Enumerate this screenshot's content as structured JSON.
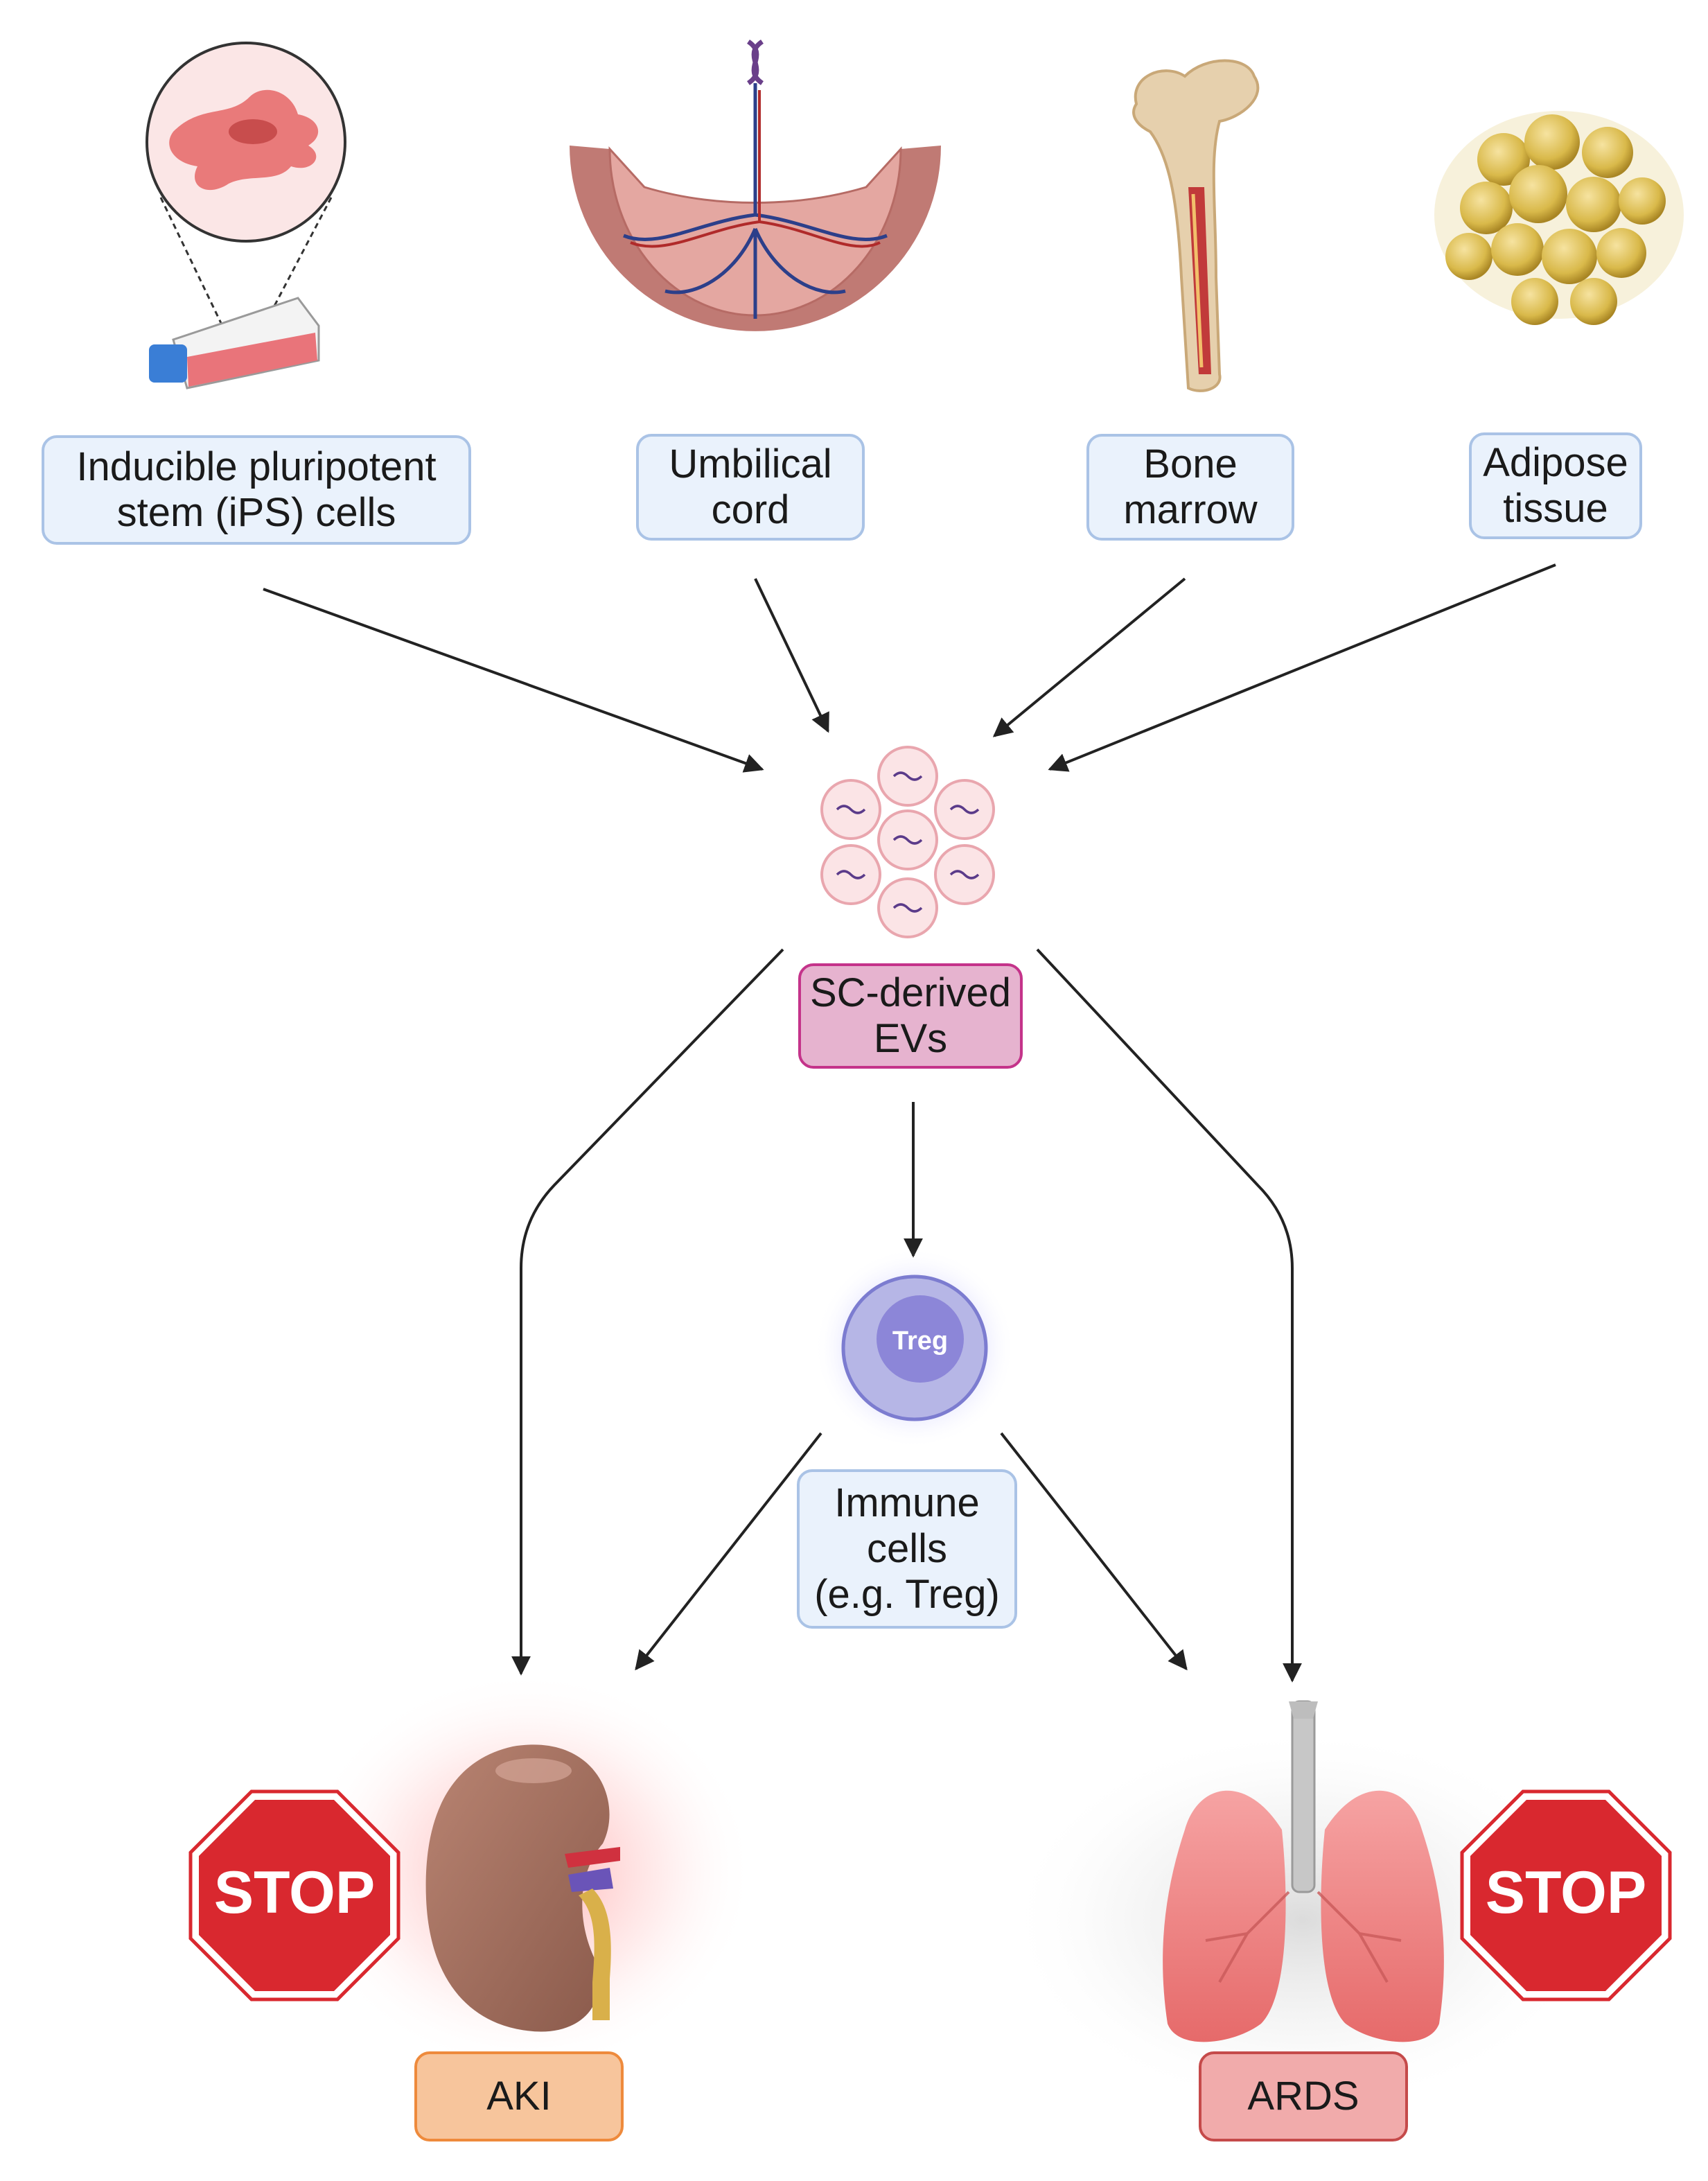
{
  "sources": [
    {
      "label": "Inducible pluripotent\nstem (iPS) cells",
      "icon": "cell-culture-flask-icon"
    },
    {
      "label": "Umbilical\ncord",
      "icon": "placenta-umbilical-cord-icon"
    },
    {
      "label": "Bone\nmarrow",
      "icon": "femur-bone-marrow-icon"
    },
    {
      "label": "Adipose\ntissue",
      "icon": "adipocytes-icon"
    }
  ],
  "center": {
    "label": "SC-derived\nEVs",
    "icon": "extracellular-vesicles-icon"
  },
  "immune": {
    "label": "Immune\ncells\n(e.g. Treg)",
    "cell_text": "Treg",
    "icon": "treg-cell-icon"
  },
  "outcomes": [
    {
      "label": "AKI",
      "icon": "kidney-icon",
      "stop_text": "STOP"
    },
    {
      "label": "ARDS",
      "icon": "lungs-icon",
      "stop_text": "STOP"
    }
  ],
  "colors": {
    "source_box": "#eaf2fc",
    "source_border": "#aac3e6",
    "evs_box": "#e6b3cf",
    "evs_border": "#c4338a",
    "aki_box": "#f7c59c",
    "aki_border": "#ee8a3c",
    "ards_box": "#f1abab",
    "ards_border": "#c54a4a",
    "stop_sign": "#d9282f",
    "arrow": "#222222"
  }
}
